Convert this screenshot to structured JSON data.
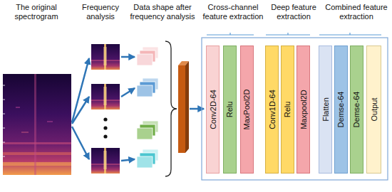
{
  "diagram": {
    "nodes": [
      {
        "text": [
          "Conv2D-64"
        ]
      },
      {
        "text": [
          "Relu"
        ]
      },
      {
        "text": [
          "MaxPool2D"
        ]
      },
      {
        "text": [
          "Conv1D-64"
        ]
      },
      {
        "text": [
          "Relu"
        ]
      },
      {
        "text": [
          "Maxpool2D"
        ]
      },
      {
        "text": [
          "Flatten"
        ]
      },
      {
        "text": [
          "Demse-64"
        ]
      },
      {
        "text": [
          "Demse-64"
        ]
      },
      {
        "text": [
          "Output"
        ]
      }
    ],
    "labels": [
      "The original spectrogram",
      "Frequency analysis",
      "Data shape after frequency analysis",
      "Cross-channel feature extraction",
      "Deep feature extraction",
      "Combined feature extraction"
    ]
  }
}
